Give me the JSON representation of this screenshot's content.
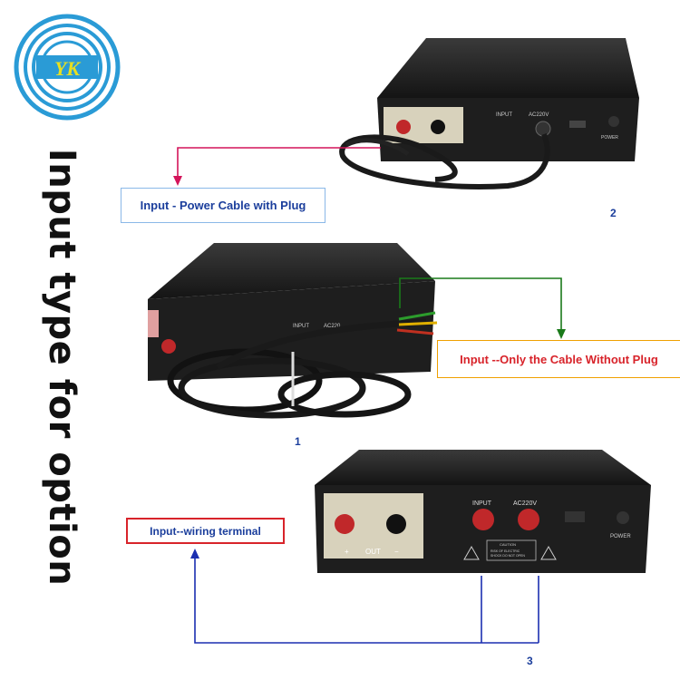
{
  "logo": {
    "text": "YK"
  },
  "title": "Input type for option",
  "labels": {
    "power_cable": "Input - Power Cable with Plug",
    "cable_no_plug": "Input --Only the Cable Without Plug",
    "wiring_terminal": "Input--wiring terminal"
  },
  "numbers": {
    "unit2": "2",
    "unit1": "1",
    "unit3": "3"
  },
  "panel_text": {
    "input": "INPUT",
    "ac220v": "AC220V",
    "ac220_cut": "AC220",
    "out": "OUT",
    "power": "POWER",
    "plus": "+",
    "minus": "−",
    "caution": "CAUTION",
    "caution_line1": "RISK OF ELECTRIC",
    "caution_line2": "SHOCK DO NOT OPEN"
  },
  "colors": {
    "blue_text": "#1b3e9c",
    "red_text": "#d8232a",
    "arrow_magenta": "#d4145a",
    "arrow_green": "#1a7a1a",
    "arrow_blue": "#1b2fb0",
    "box_orange": "#f0a000",
    "box_lightblue": "#8ab8e8",
    "device_black": "#1a1a1a"
  },
  "icons": [
    "logo-rings-icon",
    "arrow-down-icon",
    "arrow-up-icon",
    "warning-triangle-icon"
  ]
}
